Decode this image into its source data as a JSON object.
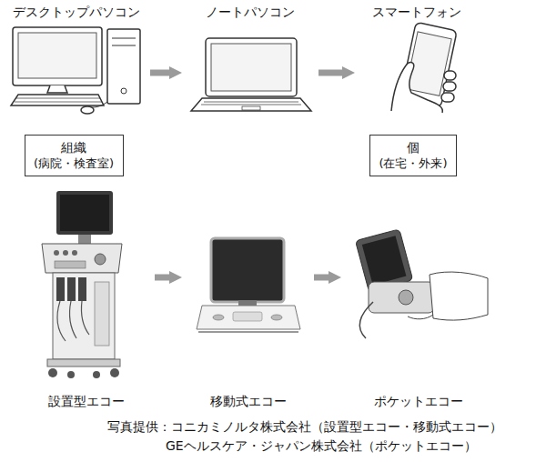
{
  "diagram": {
    "nodes": [
      {
        "text": [
          "デスクトップパソコン"
        ]
      },
      {
        "text": [
          "ノートパソコン"
        ]
      },
      {
        "text": [
          "スマートフォン"
        ]
      },
      {
        "text": [
          "組織",
          "(病院・検査室)"
        ]
      },
      {
        "text": [
          "個",
          "(在宅・外来)"
        ]
      },
      {
        "text": [
          "設置型エコー"
        ]
      },
      {
        "text": [
          "移動式エコー"
        ]
      },
      {
        "text": [
          "ポケットエコー"
        ]
      }
    ],
    "edges": [
      {
        "from": 0,
        "to": 1,
        "arrow": "to"
      },
      {
        "from": 1,
        "to": 2,
        "arrow": "to"
      },
      {
        "from": 5,
        "to": 6,
        "arrow": "to"
      },
      {
        "from": 6,
        "to": 7,
        "arrow": "to"
      }
    ],
    "labels": [
      "写真提供：コニカミノルタ株式会社（設置型エコー・移動式エコー）",
      "GEヘルスケア・ジャパン株式会社（ポケットエコー）"
    ]
  }
}
